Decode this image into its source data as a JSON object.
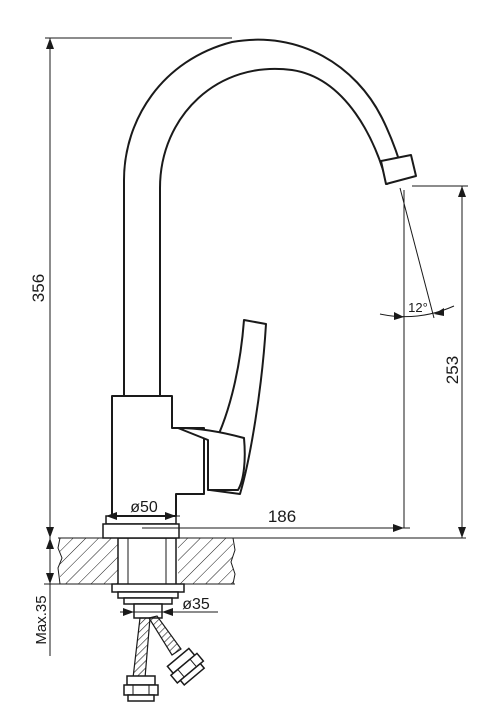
{
  "dimensions": {
    "total_height": "356",
    "spout_height": "253",
    "spout_reach": "186",
    "base_diameter": "ø50",
    "thread_diameter": "ø35",
    "max_counter_thickness": "Max.35",
    "spout_angle": "12°"
  }
}
